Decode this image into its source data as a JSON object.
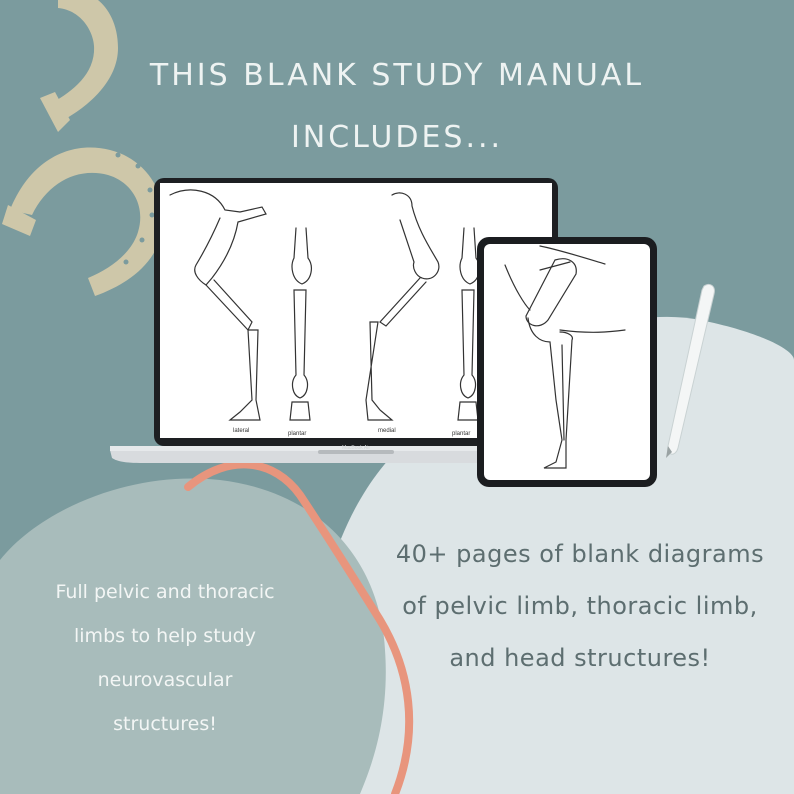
{
  "header": {
    "line1": "THIS BLANK STUDY MANUAL",
    "line2": "INCLUDES..."
  },
  "laptop": {
    "brand_label": "MacBook Air",
    "view_labels": [
      "lateral",
      "plantar",
      "medial",
      "plantar"
    ]
  },
  "left_caption": {
    "lines": [
      "Full pelvic and thoracic",
      "limbs to help study",
      "neurovascular",
      "structures!"
    ]
  },
  "right_caption": {
    "lines": [
      "40+ pages of blank diagrams",
      "of pelvic limb, thoracic limb,",
      "and head structures!"
    ]
  },
  "colors": {
    "background_teal": "#7b9b9e",
    "light_blob": "#dde5e7",
    "left_blob": "#a8bcbb",
    "coral_line": "#e8957d",
    "horseshoe": "#cec7a9"
  },
  "icons": [
    "horseshoe-icon",
    "stylus-icon"
  ]
}
